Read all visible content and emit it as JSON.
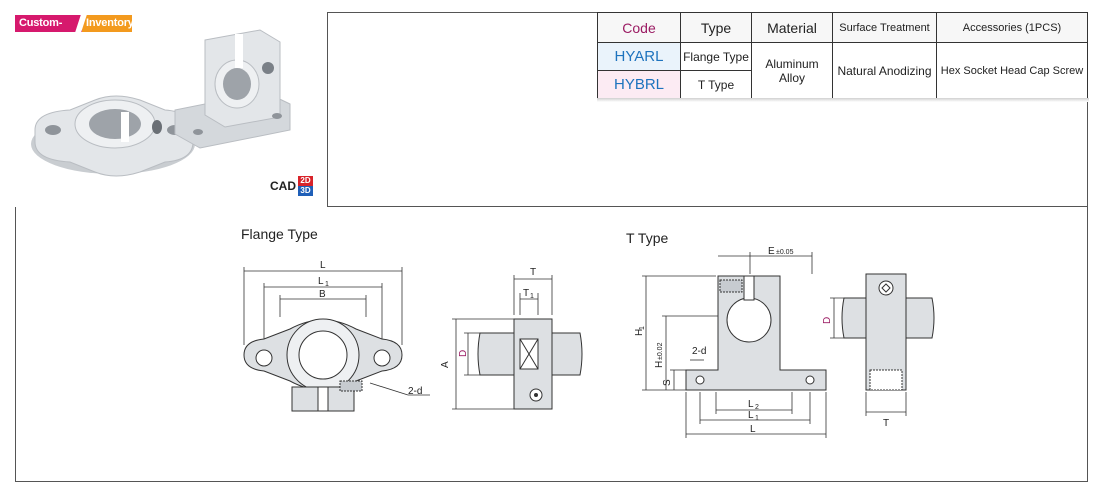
{
  "badges": {
    "custom": "Custom-made",
    "inventory": "Inventory"
  },
  "cad": {
    "label": "CAD",
    "d2": "2D",
    "d3": "3D"
  },
  "table": {
    "headers": {
      "code": "Code",
      "type": "Type",
      "material": "Material",
      "surface": "Surface Treatment",
      "accessories": "Accessories (1PCS)"
    },
    "rows": [
      {
        "code": "HYARL",
        "type": "Flange Type"
      },
      {
        "code": "HYBRL",
        "type": "T Type"
      }
    ],
    "material": "Aluminum Alloy",
    "surface": "Natural Anodizing",
    "accessories": "Hex Socket Head Cap Screw"
  },
  "flange": {
    "title": "Flange Type",
    "dims": {
      "L": "L",
      "L1": "L",
      "L1sub": "1",
      "B": "B",
      "hole": "2-d",
      "T": "T",
      "T1": "T",
      "T1sub": "1",
      "A": "A",
      "D": "D"
    }
  },
  "ttype": {
    "title": "T Type",
    "dims": {
      "E": "E",
      "Etol": "±0.05",
      "H1": "H",
      "H1sub": "1",
      "H": "H",
      "Htol": "±0.02",
      "hole": "2-d",
      "S": "S",
      "L2": "L",
      "L2sub": "2",
      "L1": "L",
      "L1sub": "1",
      "L": "L",
      "D": "D",
      "T": "T"
    }
  },
  "colors": {
    "magenta": "#9b1b63",
    "blue": "#1e73be",
    "badge_pink": "#d6196d",
    "badge_orange": "#f39a1e",
    "part_gray": "#dde0e3"
  }
}
